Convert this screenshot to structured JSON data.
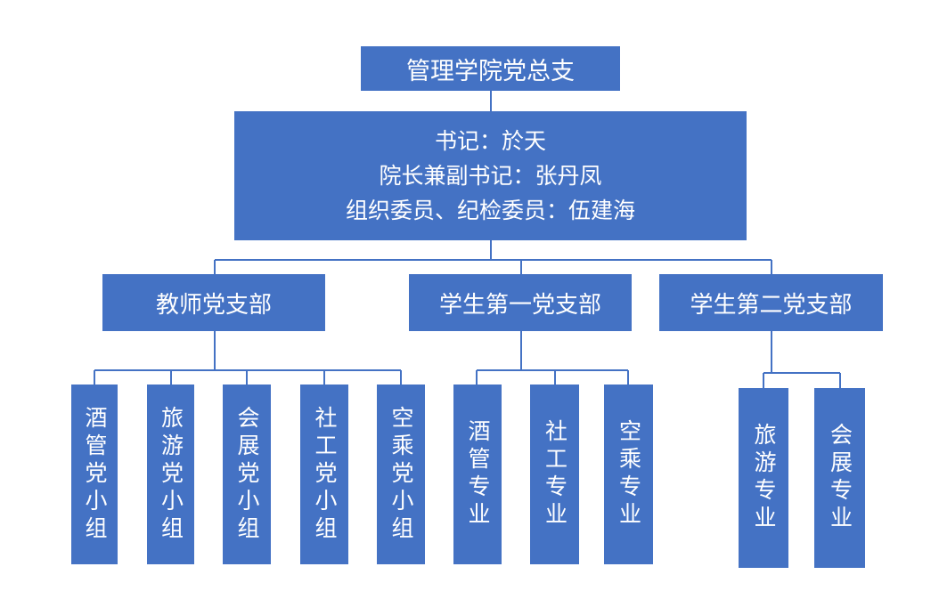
{
  "root": "管理学院党总支",
  "info": {
    "line1": "书记：於天",
    "line2": "院长兼副书记：张丹凤",
    "line3": "组织委员、纪检委员：伍建海"
  },
  "branches": [
    {
      "name": "教师党支部",
      "children": [
        "酒管党小组",
        "旅游党小组",
        "会展党小组",
        "社工党小组",
        "空乘党小组"
      ]
    },
    {
      "name": "学生第一党支部",
      "children": [
        "酒管专业",
        "社工专业",
        "空乘专业"
      ]
    },
    {
      "name": "学生第二党支部",
      "children": [
        "旅游专业",
        "会展专业"
      ]
    }
  ],
  "colors": {
    "box": "#4472c4",
    "line": "#4472c4",
    "text": "#ffffff"
  }
}
